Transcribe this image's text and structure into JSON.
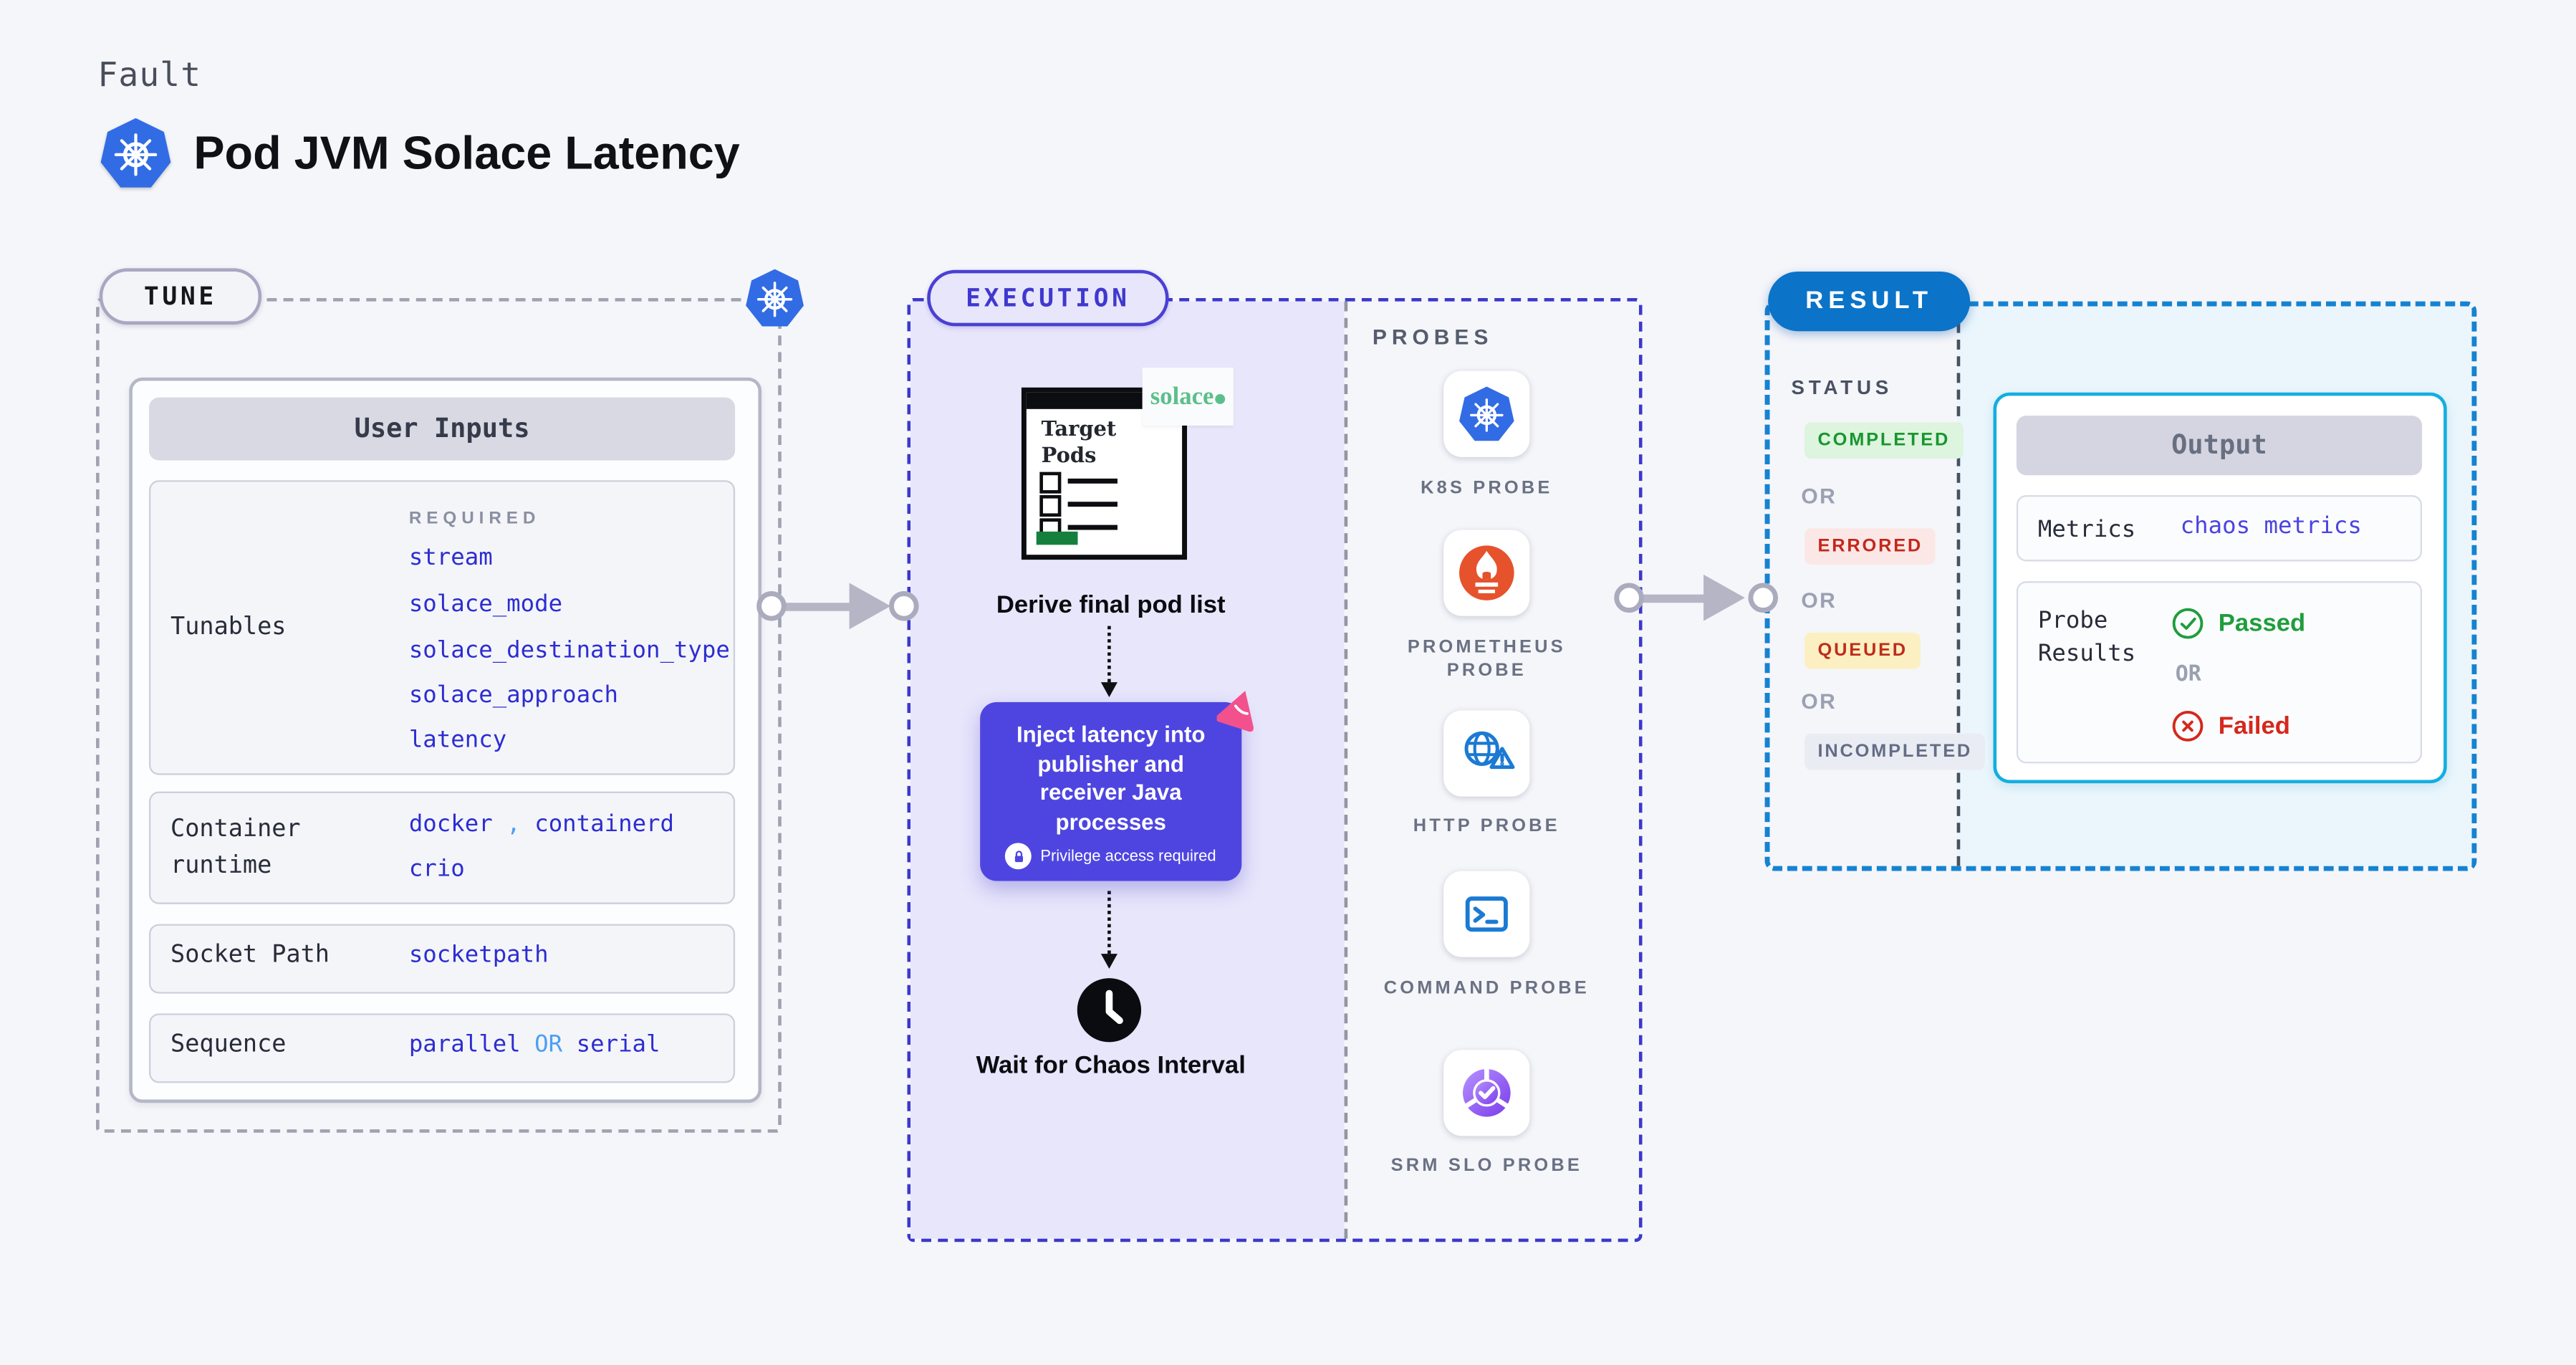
{
  "header": {
    "eyebrow": "Fault",
    "title": "Pod JVM Solace Latency"
  },
  "tune": {
    "badge": "TUNE",
    "card_header": "User Inputs",
    "rows": {
      "tunables": {
        "label": "Tunables",
        "required_label": "REQUIRED",
        "values": [
          "stream",
          "solace_mode",
          "solace_destination_type",
          "solace_approach",
          "latency"
        ]
      },
      "container_runtime": {
        "label": "Container runtime",
        "values": [
          "docker",
          "containerd",
          "crio"
        ],
        "separator": ","
      },
      "socket_path": {
        "label": "Socket Path",
        "value": "socketpath"
      },
      "sequence": {
        "label": "Sequence",
        "value_1": "parallel",
        "or": "OR",
        "value_2": "serial"
      }
    }
  },
  "execution": {
    "badge": "EXECUTION",
    "target_window": {
      "title": "Target Pods"
    },
    "solace_logo": "solace",
    "step_1": "Derive final pod list",
    "step_2": "Inject latency into publisher and receiver Java processes",
    "step_2_note": "Privilege access required",
    "step_3": "Wait for Chaos Interval"
  },
  "probes": {
    "label": "PROBES",
    "items": [
      {
        "label": "K8S PROBE",
        "icon": "kubernetes-icon"
      },
      {
        "label": "PROMETHEUS PROBE",
        "icon": "prometheus-icon"
      },
      {
        "label": "HTTP PROBE",
        "icon": "http-globe-warning-icon"
      },
      {
        "label": "COMMAND PROBE",
        "icon": "terminal-icon"
      },
      {
        "label": "SRM SLO PROBE",
        "icon": "slo-donut-check-icon"
      }
    ]
  },
  "result": {
    "badge": "RESULT",
    "status_label": "STATUS",
    "or_label": "OR",
    "statuses": [
      {
        "label": "COMPLETED",
        "type": "completed"
      },
      {
        "label": "ERRORED",
        "type": "errored"
      },
      {
        "label": "QUEUED",
        "type": "queued"
      },
      {
        "label": "INCOMPLETED",
        "type": "incompleted"
      }
    ],
    "output": {
      "header": "Output",
      "metrics_label": "Metrics",
      "metrics_value": "chaos metrics",
      "probe_results_label": "Probe Results",
      "passed": "Passed",
      "or": "OR",
      "failed": "Failed"
    }
  },
  "colors": {
    "page_bg": "#F5F6FA",
    "kubernetes_blue": "#326CE5",
    "tunable_value_blue": "#2D2DD1",
    "accent_light_blue": "#4D9FF2",
    "execution_indigo": "#4E45E1",
    "execution_lavender": "#E8E6FB",
    "result_blue": "#0B73C8",
    "output_cyan_border": "#14AEE0",
    "cyan_panel_bg": "#EAF6FC",
    "completed_green": "#18962F",
    "errored_red": "#C4271C",
    "queued_yellow_bg": "#FCF0C2",
    "passed_green": "#1F9D3C",
    "failed_red": "#D5281C",
    "prometheus_orange": "#E6522C",
    "solace_green": "#5CBF8B",
    "litmus_pink": "#F2518E",
    "arrow_gray": "#B5B5C5"
  }
}
